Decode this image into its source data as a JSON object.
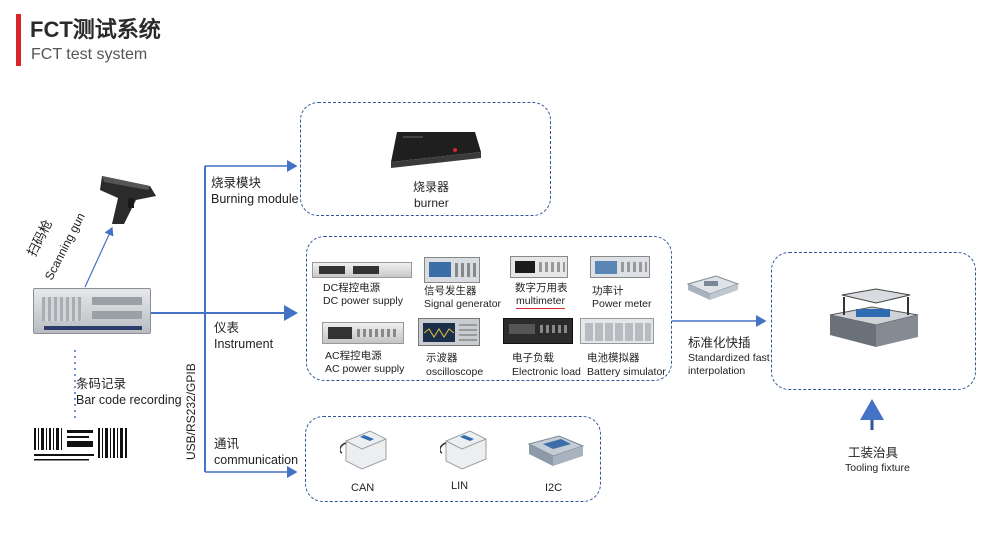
{
  "header": {
    "title": "FCT测试系统",
    "subtitle": "FCT test system"
  },
  "left": {
    "scanner_label_cn": "扫码枪",
    "scanner_label_en": "Scanning gun",
    "barcode_cn": "条码记录",
    "barcode_en": "Bar code recording",
    "bus_label": "USB/RS232/GPIB"
  },
  "branches": {
    "burning": {
      "cn": "烧录模块",
      "en": "Burning module"
    },
    "instrument": {
      "cn": "仪表",
      "en": "Instrument"
    },
    "communication": {
      "cn": "通讯",
      "en": "communication"
    }
  },
  "burner": {
    "cn": "烧录器",
    "en": "burner"
  },
  "instruments": [
    {
      "cn": "DC程控电源",
      "en": "DC power supply"
    },
    {
      "cn": "信号发生器",
      "en": "Signal generator"
    },
    {
      "cn": "数字万用表",
      "en": "multimeter"
    },
    {
      "cn": "功率计",
      "en": "Power meter"
    },
    {
      "cn": "AC程控电源",
      "en": "AC power supply"
    },
    {
      "cn": "示波器",
      "en": "oscilloscope"
    },
    {
      "cn": "电子负载",
      "en": "Electronic load"
    },
    {
      "cn": "电池模拟器",
      "en": "Battery simulator"
    }
  ],
  "comm": [
    {
      "label": "CAN"
    },
    {
      "label": "LIN"
    },
    {
      "label": "I2C"
    }
  ],
  "interpolation": {
    "cn": "标准化快插",
    "en1": "Standardized fast",
    "en2": "interpolation"
  },
  "fixture": {
    "cn": "工装治具",
    "en": "Tooling fixture"
  },
  "colors": {
    "accent": "#d9262c",
    "line": "#4472c4",
    "dash": "#2f5597"
  }
}
